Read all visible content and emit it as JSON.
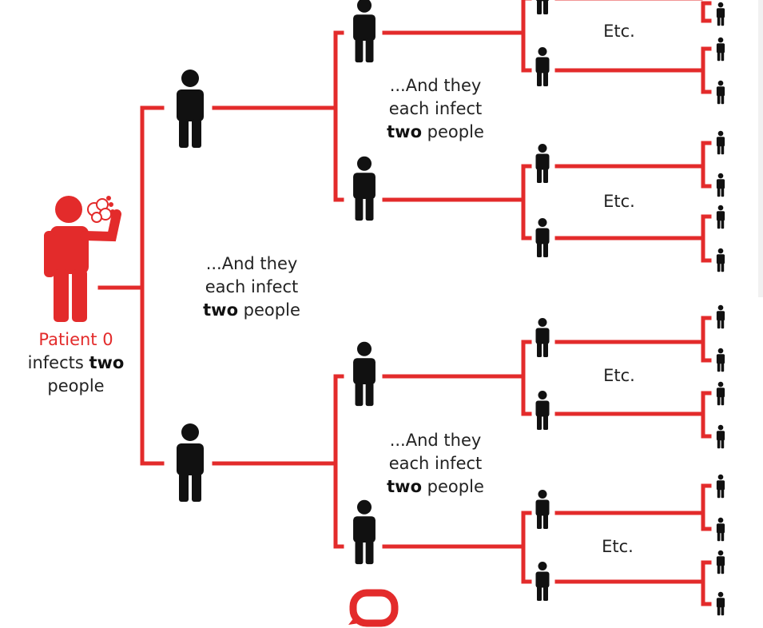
{
  "colors": {
    "accent": "#e32b2b",
    "figure": "#111111",
    "line": "#e32b2b",
    "text": "#222222"
  },
  "patient0": {
    "name": "Patient 0",
    "line1_prefix": "infects ",
    "line1_bold": "two",
    "line2": "people"
  },
  "spread_label": {
    "line1": "...And they",
    "line2": "each infect",
    "bold": "two",
    "suffix": " people"
  },
  "etc_label": "Etc.",
  "icons": {
    "person": "person-icon",
    "sneeze": "sneeze-cloud-icon",
    "logo": "speech-bubble-logo-icon"
  }
}
